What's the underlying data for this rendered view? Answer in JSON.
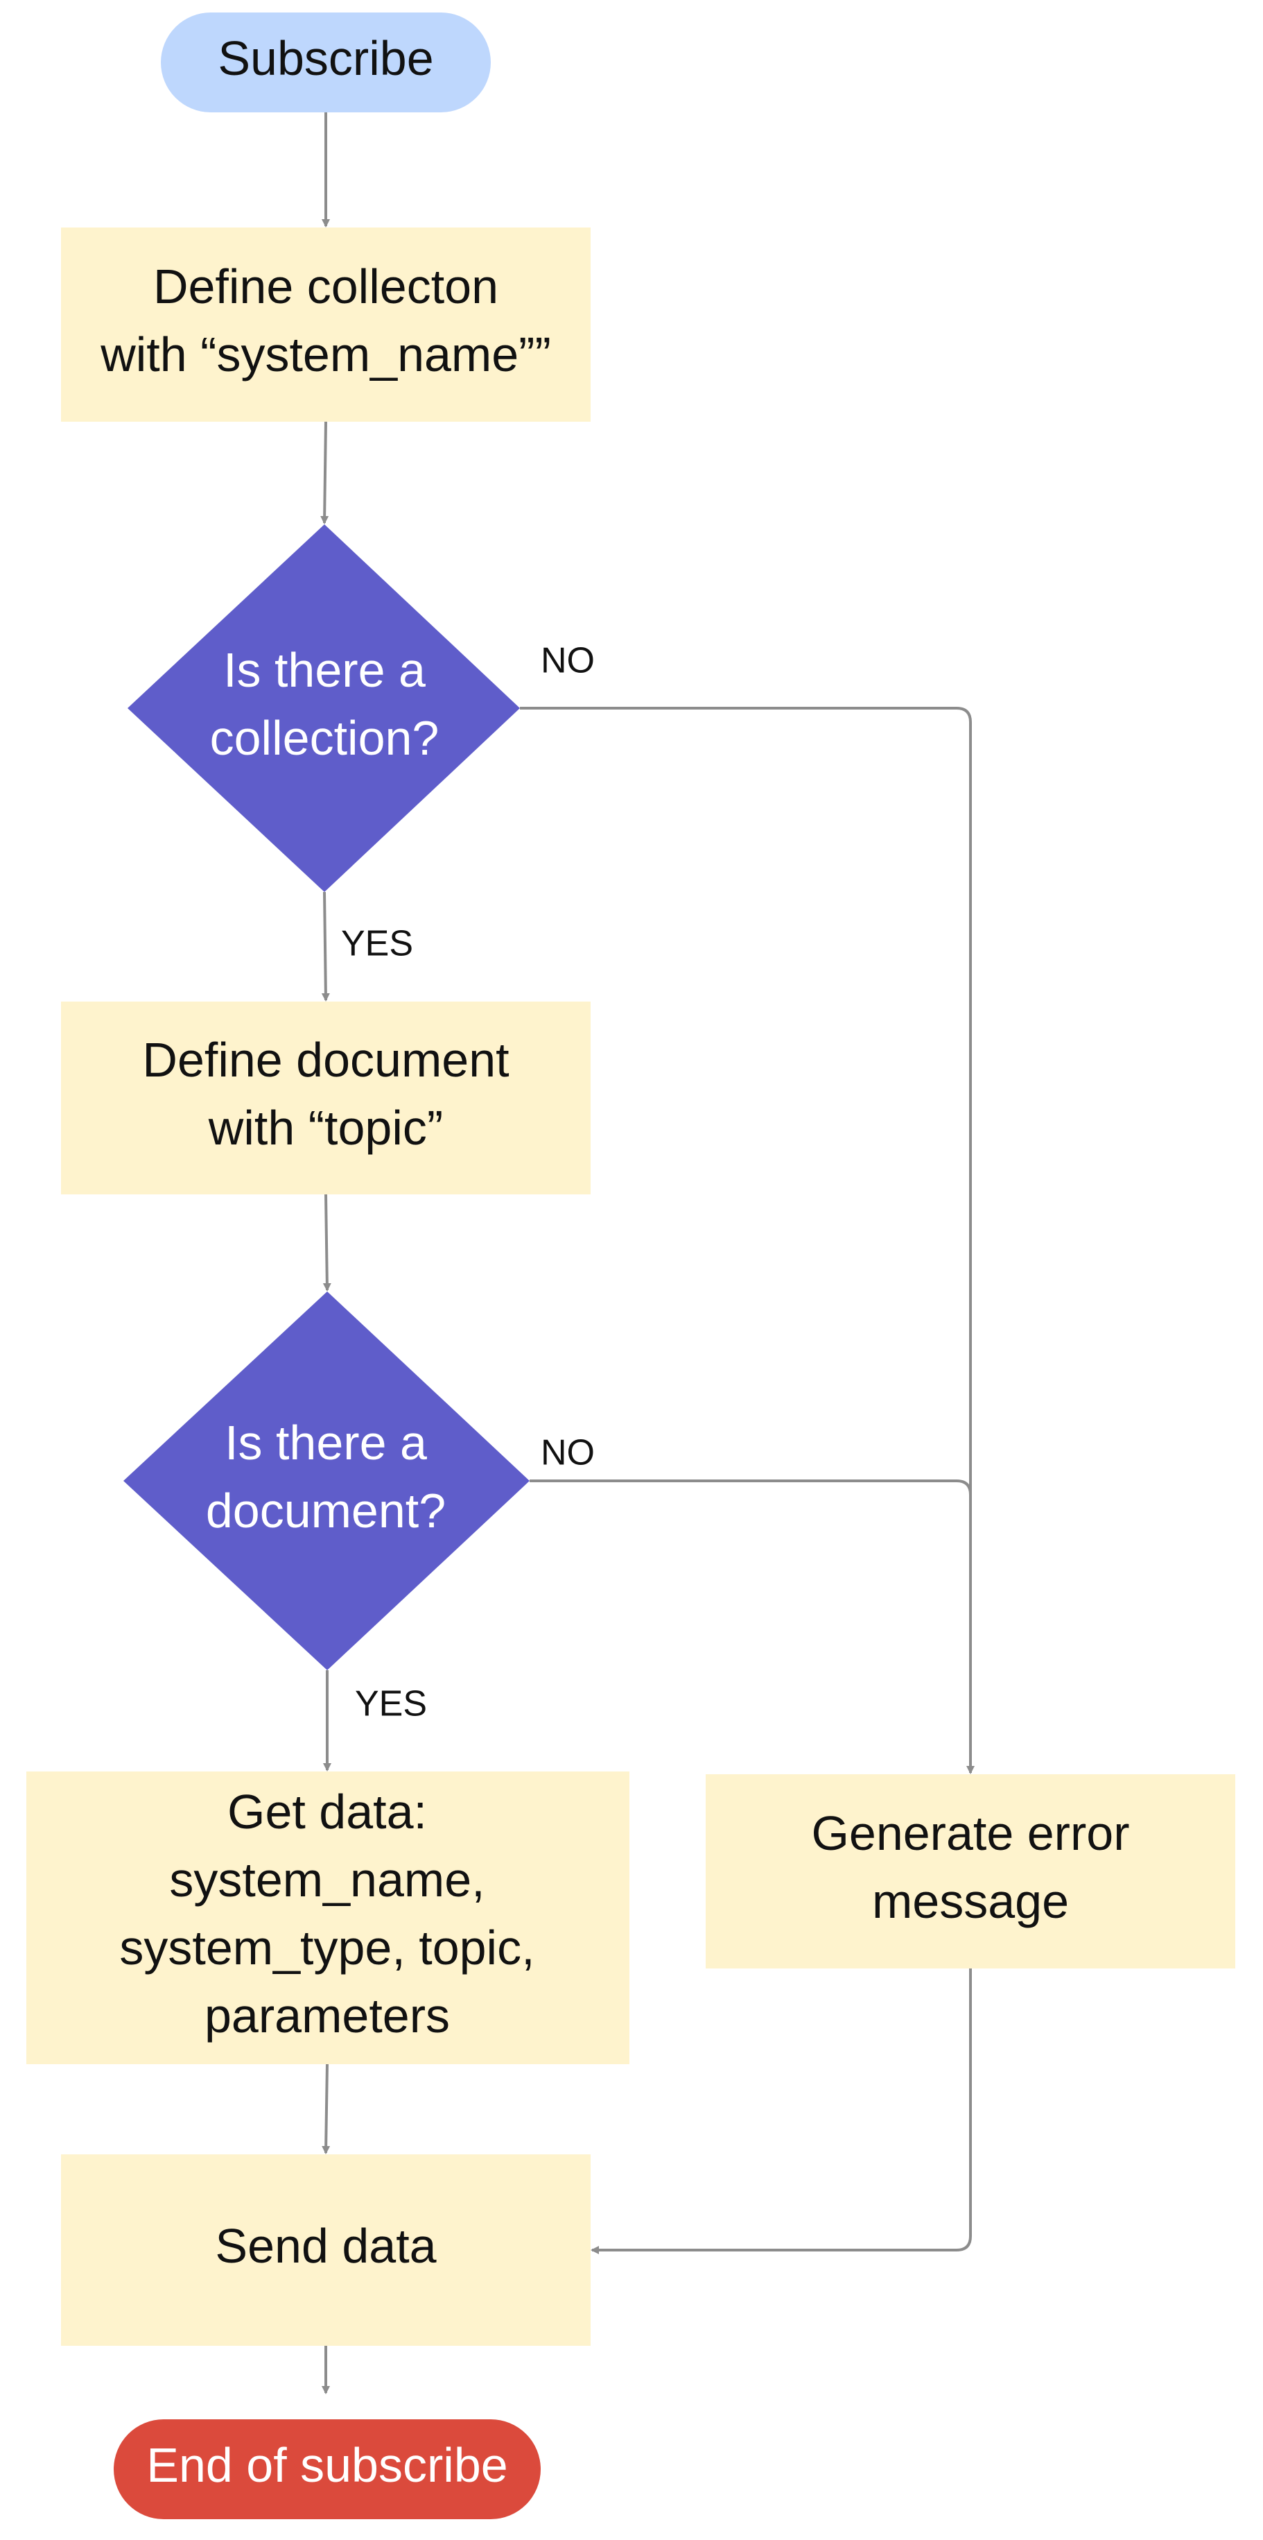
{
  "nodes": {
    "subscribe": {
      "lines": [
        "Subscribe"
      ]
    },
    "define_collection": {
      "lines": [
        "Define collecton",
        "with “system_name””"
      ]
    },
    "is_collection": {
      "lines": [
        "Is there a",
        "collection?"
      ]
    },
    "define_document": {
      "lines": [
        "Define document",
        "with “topic”"
      ]
    },
    "is_document": {
      "lines": [
        "Is there a",
        "document?"
      ]
    },
    "get_data": {
      "lines": [
        "Get data:",
        "system_name,",
        "system_type, topic,",
        "parameters"
      ]
    },
    "generate_error": {
      "lines": [
        "Generate error",
        "message"
      ]
    },
    "send_data": {
      "lines": [
        "Send data"
      ]
    },
    "end": {
      "lines": [
        "End of subscribe"
      ]
    }
  },
  "edge_labels": {
    "collection_no": "NO",
    "collection_yes": "YES",
    "document_no": "NO",
    "document_yes": "YES"
  },
  "colors": {
    "start": "#bed7fd",
    "process": "#fef3cd",
    "decision": "#5f5dca",
    "end": "#db4a3c",
    "connector": "#8c8c8c",
    "dark_text": "#111111",
    "light_text": "#ffffff"
  }
}
